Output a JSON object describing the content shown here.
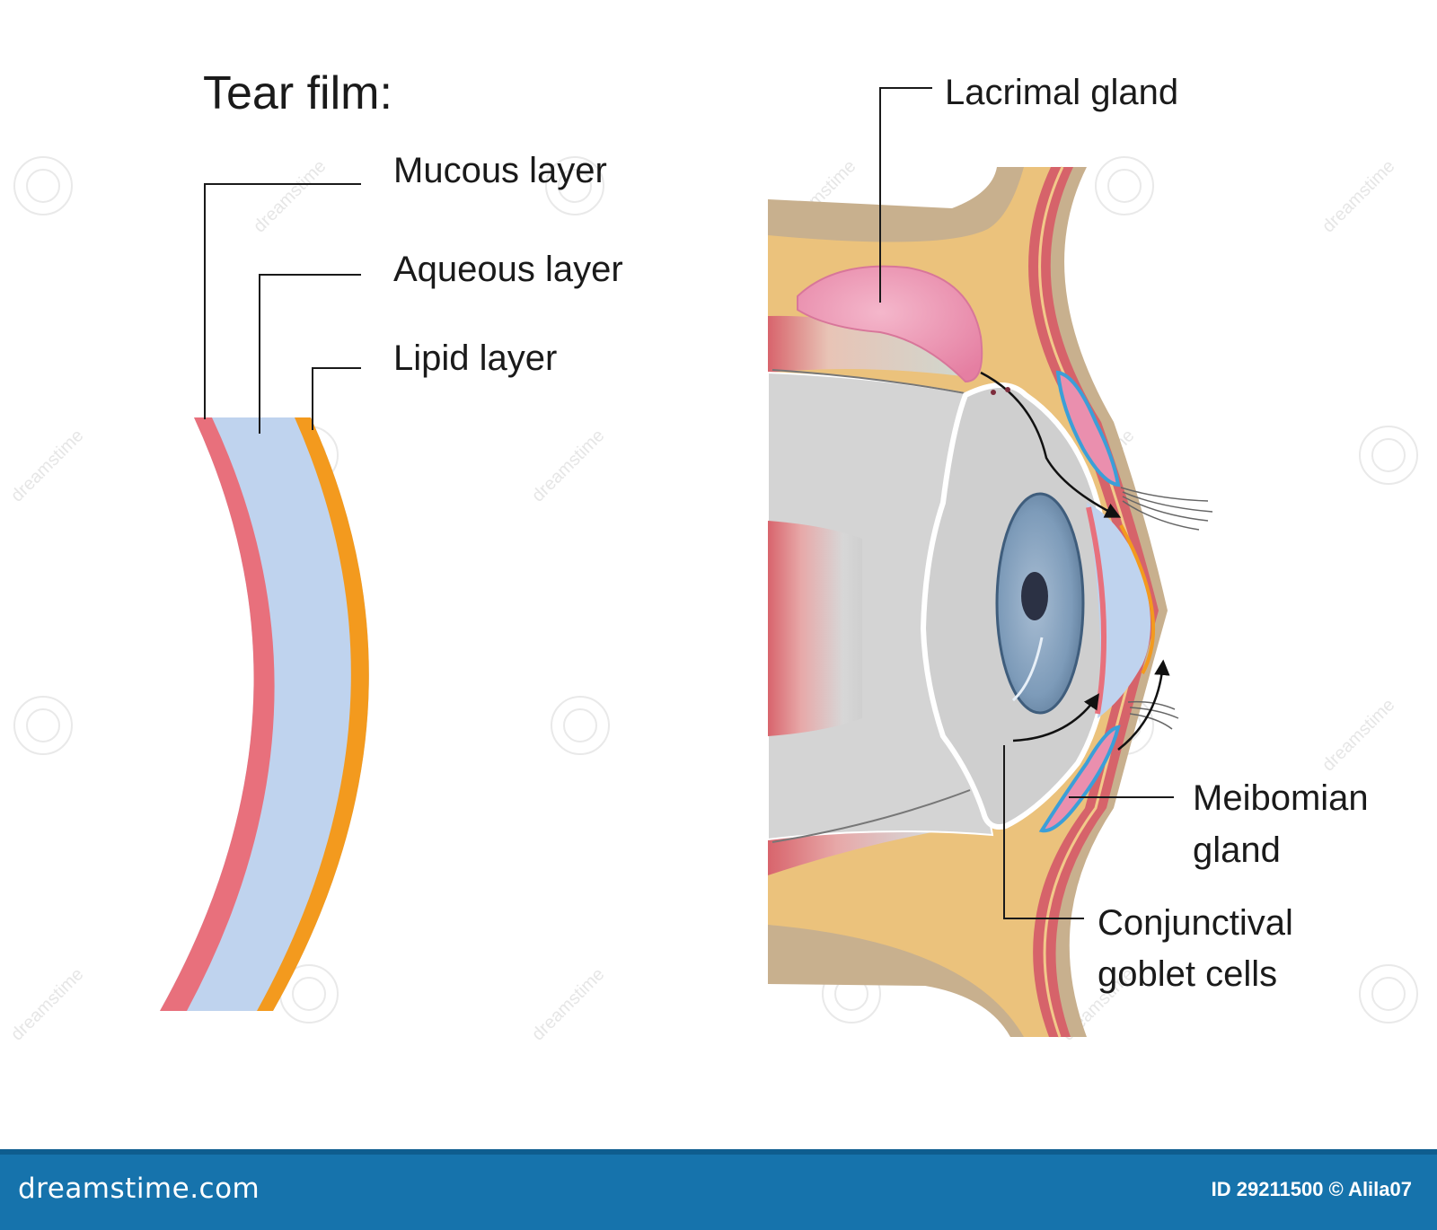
{
  "title": "Tear film:",
  "tear_film_layers": {
    "mucous": "Mucous layer",
    "aqueous": "Aqueous layer",
    "lipid": "Lipid layer"
  },
  "eye_labels": {
    "lacrimal_gland": "Lacrimal gland",
    "meibomian_line1": "Meibomian",
    "meibomian_line2": "gland",
    "conjunctival_line1": "Conjunctival",
    "conjunctival_line2": "goblet cells"
  },
  "watermark": "dreamstime",
  "footer": {
    "logo": "dreamstime.com",
    "id_text": "ID 29211500 © Alila07"
  },
  "colors": {
    "mucous": "#e8707c",
    "aqueous": "#bfd3ee",
    "lipid": "#f39a1e",
    "skin": "#c8b08e",
    "fat": "#ebc27c",
    "muscle": "#d6636a",
    "gland": "#ea8fae",
    "sclera": "#d4d4d4",
    "iris": "#7c9ab9",
    "footer": "#1673ac"
  }
}
